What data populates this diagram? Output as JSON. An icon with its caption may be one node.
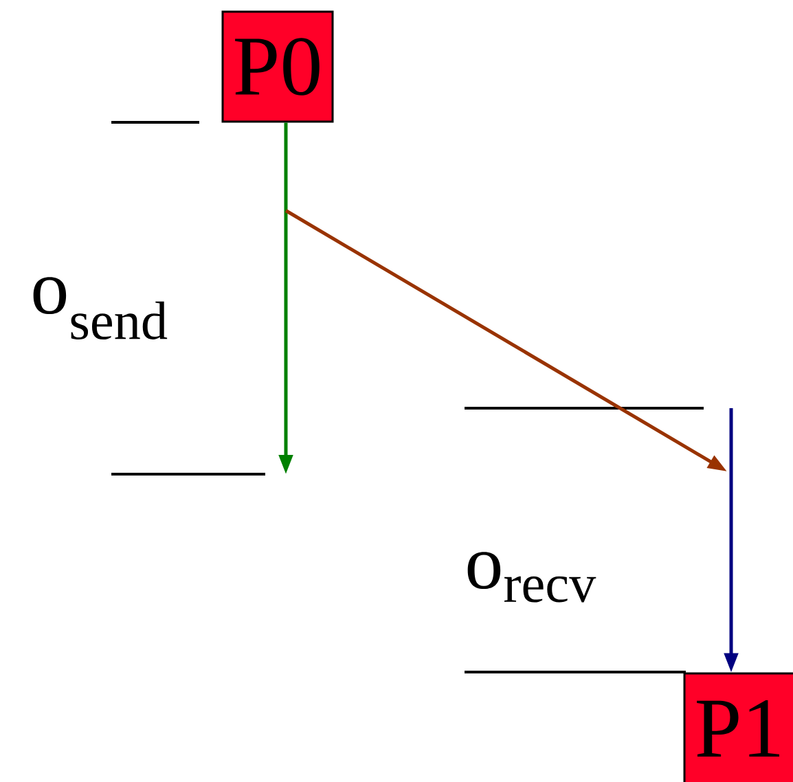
{
  "diagram": {
    "nodes": [
      {
        "text": [
          "P0"
        ]
      },
      {
        "text": [
          "P1"
        ]
      }
    ],
    "edges": [
      {
        "from": 0,
        "to": null,
        "arrow": "to",
        "color": "#008000"
      },
      {
        "from": 0,
        "to": null,
        "arrow": "to",
        "color": "#993300"
      },
      {
        "from": null,
        "to": 1,
        "arrow": "to",
        "color": "#000080"
      }
    ],
    "labels": [
      "o$_{send}$",
      "o$_{recv}$"
    ]
  }
}
